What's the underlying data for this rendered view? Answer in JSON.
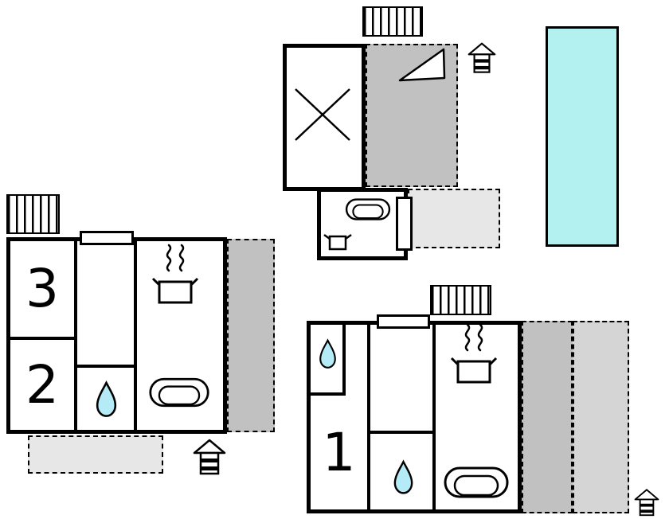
{
  "plan": {
    "rooms": {
      "room1": {
        "label": "1"
      },
      "room2": {
        "label": "2"
      },
      "room3": {
        "label": "3"
      }
    }
  },
  "colors": {
    "wall": "#000000",
    "pool": "#b3f1f1",
    "water": "#b4ebf6",
    "grayDark": "#c1c1c1",
    "grayMid": "#d5d5d5",
    "grayLight": "#e7e7e7"
  },
  "icons": {
    "stairs": "striped-stairs",
    "cooker": "pot-with-steam",
    "pot": "cooking-pot",
    "sofa": "sofa",
    "shower": "water-drop",
    "outbuilding": "shed-house",
    "slopedCeiling": "triangle-ramp",
    "crossedRoom": "x-cross",
    "pool": "swimming-pool"
  }
}
